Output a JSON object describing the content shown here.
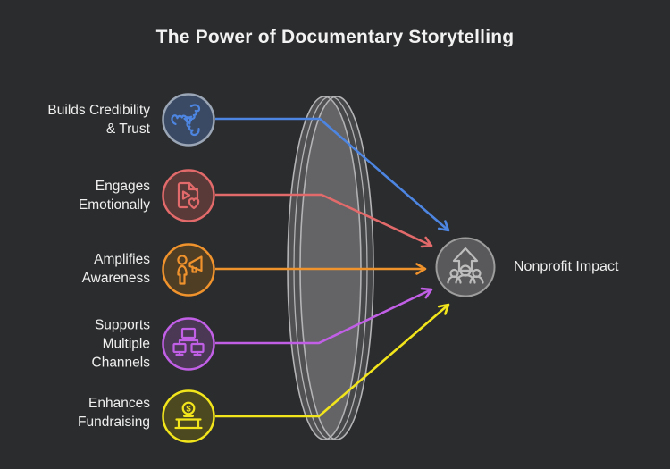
{
  "title": "The Power of Documentary Storytelling",
  "background": "#2b2c2d",
  "lens": {
    "name": "focusing lens",
    "stroke": "#b4b4b6",
    "fill_color": "#a9a9ae"
  },
  "items": [
    {
      "label": "Builds Credibility\n& Trust",
      "color": "#4d86e2",
      "ring": "#9aa5b5",
      "fill": "#3b4a64",
      "icon": "hands-trust-icon"
    },
    {
      "label": "Engages\nEmotionally",
      "color": "#e26a6a",
      "ring": "#e26a6a",
      "fill": "#5a3939",
      "icon": "media-heart-icon"
    },
    {
      "label": "Amplifies\nAwareness",
      "color": "#f0932d",
      "ring": "#f0932d",
      "fill": "#4f3d24",
      "icon": "megaphone-person-icon"
    },
    {
      "label": "Supports\nMultiple\nChannels",
      "color": "#c15fe6",
      "ring": "#c15fe6",
      "fill": "#4a3855",
      "icon": "network-screens-icon"
    },
    {
      "label": "Enhances\nFundraising",
      "color": "#f2e51c",
      "ring": "#f2e51c",
      "fill": "#4c481f",
      "icon": "donation-box-icon"
    }
  ],
  "outcome": {
    "label": "Nonprofit Impact",
    "ring": "#9d9d9d",
    "fill": "#59595b",
    "icon_color": "#bdbdbd",
    "icon": "group-impact-icon"
  },
  "glyphs": {
    "dollar": "$"
  }
}
